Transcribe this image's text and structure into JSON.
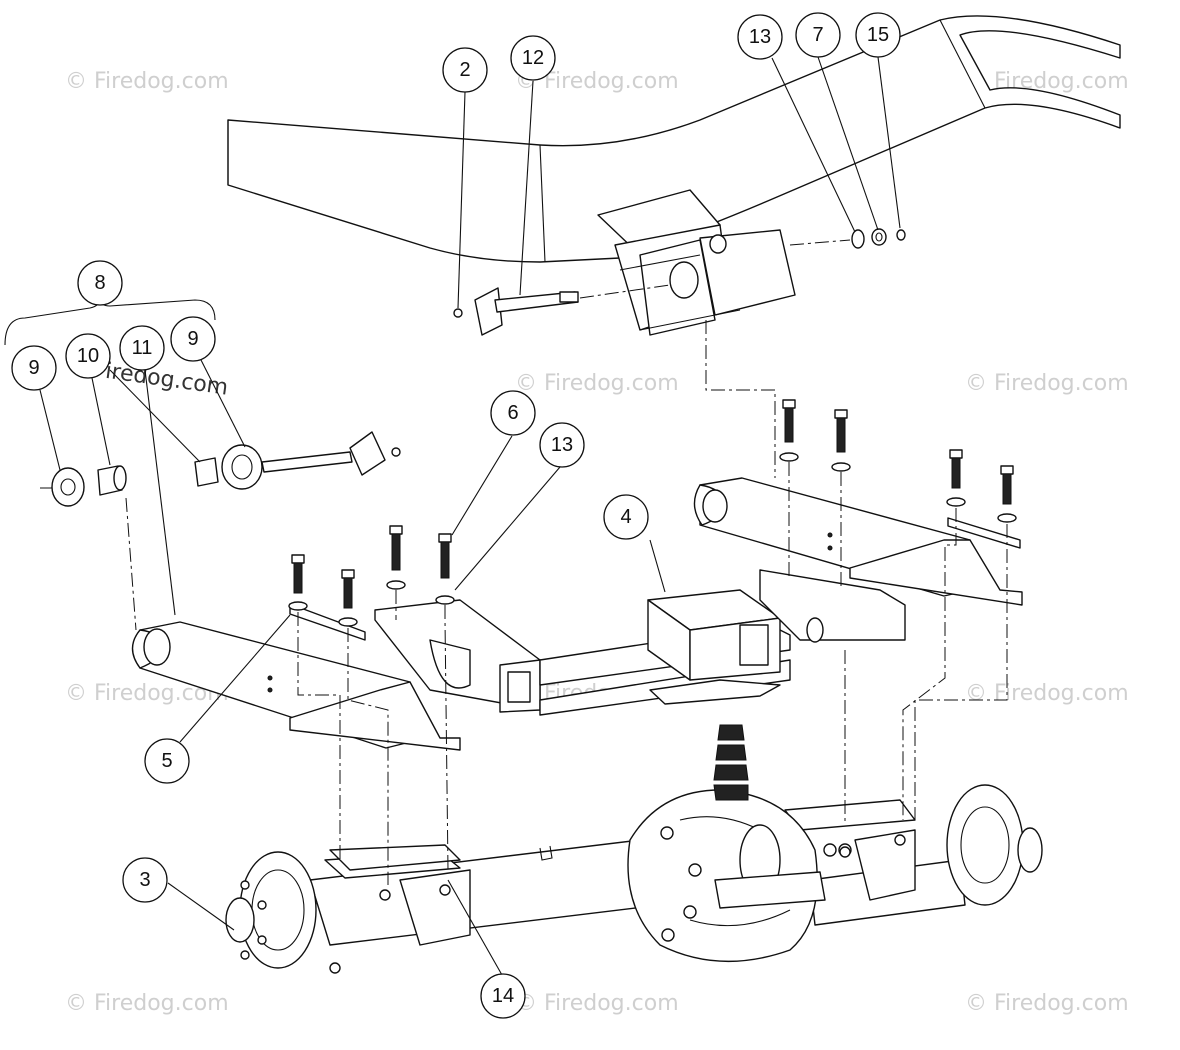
{
  "watermark": "© Firedog.com",
  "callouts": [
    {
      "id": "c-2",
      "label": "2"
    },
    {
      "id": "c-12",
      "label": "12"
    },
    {
      "id": "c-13a",
      "label": "13"
    },
    {
      "id": "c-7",
      "label": "7"
    },
    {
      "id": "c-15",
      "label": "15"
    },
    {
      "id": "c-8",
      "label": "8"
    },
    {
      "id": "c-9a",
      "label": "9"
    },
    {
      "id": "c-10",
      "label": "10"
    },
    {
      "id": "c-11",
      "label": "11"
    },
    {
      "id": "c-9b",
      "label": "9"
    },
    {
      "id": "c-6",
      "label": "6"
    },
    {
      "id": "c-13b",
      "label": "13"
    },
    {
      "id": "c-4",
      "label": "4"
    },
    {
      "id": "c-5",
      "label": "5"
    },
    {
      "id": "c-3",
      "label": "3"
    },
    {
      "id": "c-14",
      "label": "14"
    }
  ]
}
